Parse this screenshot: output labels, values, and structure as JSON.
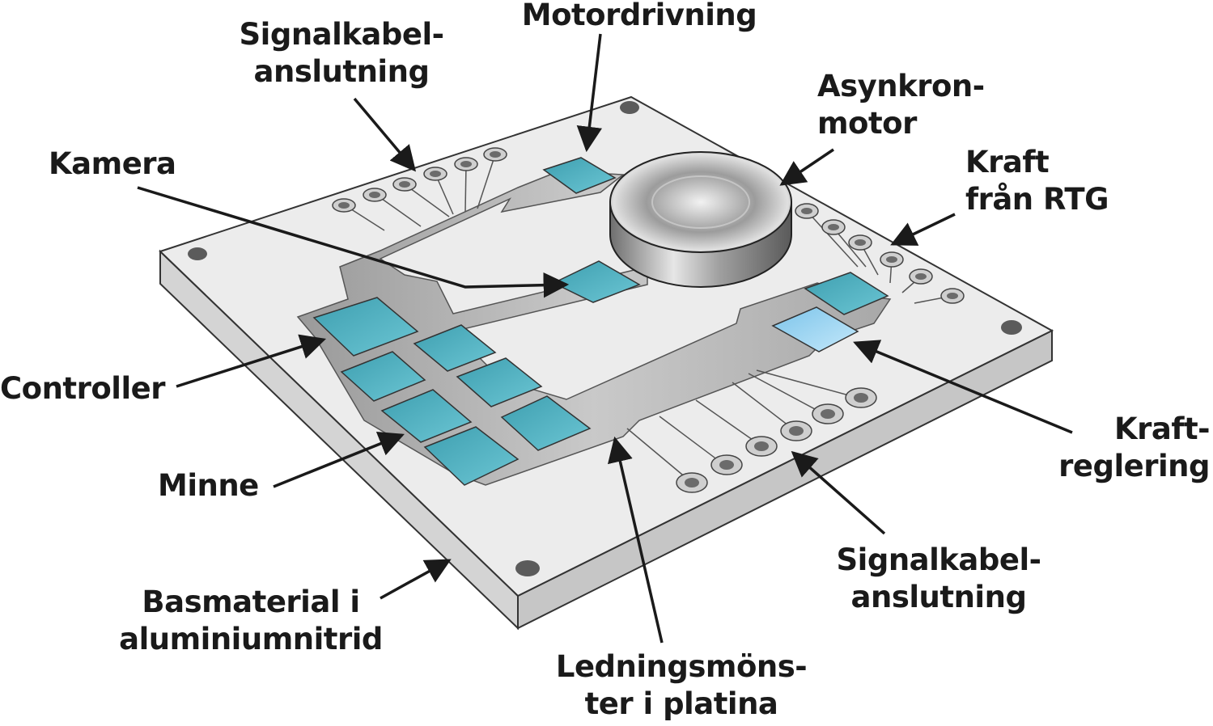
{
  "labels": {
    "motordrivning": "Motordrivning",
    "signalkabel_top": [
      "Signalkabel-",
      "anslutning"
    ],
    "asynkronmotor": [
      "Asynkron-",
      "motor"
    ],
    "kamera": "Kamera",
    "kraft_rtg": [
      "Kraft",
      "från RTG"
    ],
    "controller": "Controller",
    "kraftreglering": [
      "Kraft-",
      "reglering"
    ],
    "minne": "Minne",
    "signalkabel_bottom": [
      "Signalkabel-",
      "anslutning"
    ],
    "basmaterial": [
      "Basmaterial i",
      "aluminiumnitrid"
    ],
    "ledningsmonster": [
      "Ledningsmöns-",
      "ter i platina"
    ]
  },
  "colors": {
    "board_top": "#ececec",
    "board_side": "#d2d2d2",
    "trace": "#b4b4b4",
    "chip": "#4fb3c2",
    "chip_light": "#9fd6f0",
    "text": "#1a1a1a"
  }
}
